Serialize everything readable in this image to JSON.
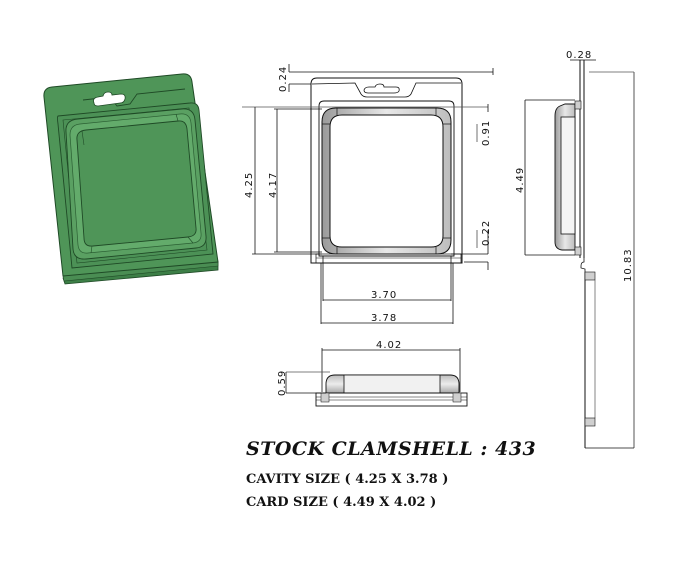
{
  "title": {
    "product": "STOCK CLAMSHELL : 433",
    "cavity_size": "CAVITY SIZE ( 4.25 X 3.78 )",
    "card_size": "CARD SIZE ( 4.49 X 4.02 )"
  },
  "colors": {
    "model_green": "#4f9558",
    "model_green_dark": "#2f6a38",
    "line": "#111111",
    "shade": "#cfcfcf"
  },
  "front_view": {
    "dimensions": {
      "hang_tab": "0.24",
      "top_flange": "0.91",
      "bottom_flange": "0.22",
      "cavity_height_outer": "4.25",
      "cavity_height_inner": "4.17",
      "cavity_width_inner": "3.70",
      "cavity_width_outer": "3.78"
    }
  },
  "bottom_view": {
    "dimensions": {
      "card_width": "4.02",
      "depth": "0.59"
    }
  },
  "side_view": {
    "dimensions": {
      "flange_thickness": "0.28",
      "card_height": "4.49",
      "overall_height": "10.83"
    }
  }
}
